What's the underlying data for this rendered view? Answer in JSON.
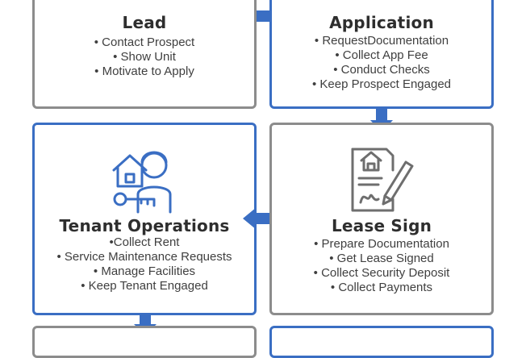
{
  "stages": {
    "lead": {
      "title": "Lead",
      "items": [
        "• Contact Prospect",
        "• Show Unit",
        "• Motivate to Apply"
      ]
    },
    "application": {
      "title": "Application",
      "items": [
        "• RequestDocumentation",
        "• Collect App Fee",
        "• Conduct Checks",
        "• Keep Prospect Engaged"
      ]
    },
    "tenant_operations": {
      "title": "Tenant Operations",
      "items": [
        "•Collect Rent",
        "• Service Maintenance Requests",
        "• Manage Facilities",
        "• Keep Tenant Engaged"
      ]
    },
    "lease_sign": {
      "title": "Lease Sign",
      "items": [
        "• Prepare Documentation",
        "• Get Lease Signed",
        "• Collect Security Deposit",
        "• Collect Payments"
      ]
    }
  },
  "colors": {
    "accent_blue": "#3a6ec3",
    "border_gray": "#8c8c8c",
    "icon_gray": "#6e6e6e"
  },
  "icons": {
    "lead": "monitor-icon",
    "application": "laptop-icon",
    "tenant_operations": "tenant-home-key-icon",
    "lease_sign": "lease-document-signature-icon"
  }
}
